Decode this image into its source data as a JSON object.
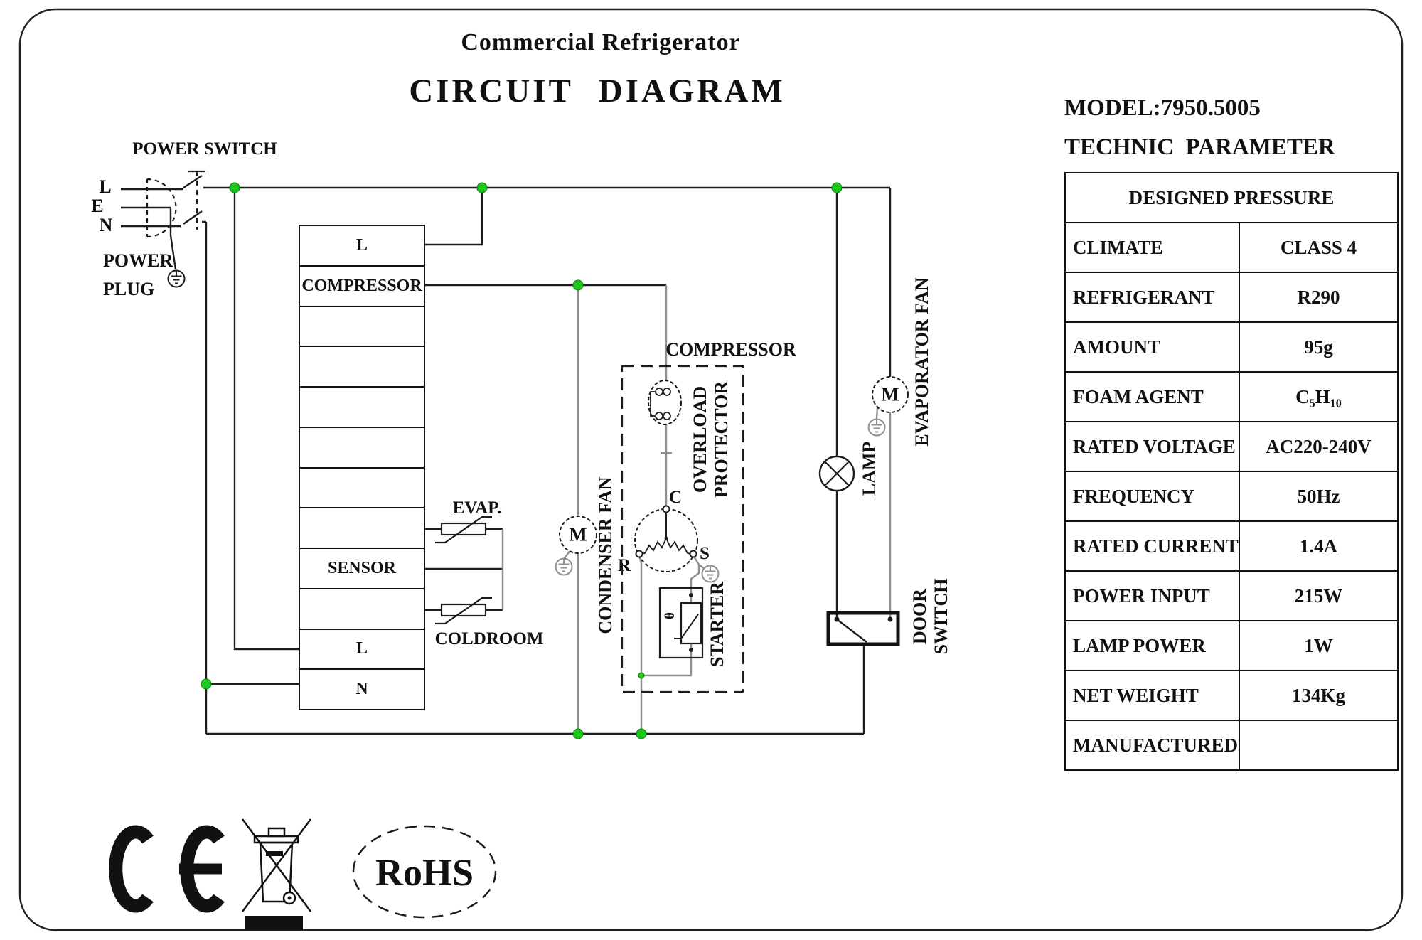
{
  "title": {
    "line1": "Commercial Refrigerator",
    "line2": "CIRCUIT DIAGRAM"
  },
  "panel": {
    "model": "MODEL:7950.5005",
    "heading": "TECHNIC  PARAMETER",
    "table": {
      "header": "DESIGNED PRESSURE",
      "rows": [
        {
          "label": "CLIMATE",
          "value": "CLASS 4"
        },
        {
          "label": "REFRIGERANT",
          "value": "R290"
        },
        {
          "label": "AMOUNT",
          "value": "95g"
        },
        {
          "label": "FOAM AGENT",
          "value": "C₅H₁₀"
        },
        {
          "label": "RATED VOLTAGE",
          "value": "AC220-240V"
        },
        {
          "label": "FREQUENCY",
          "value": "50Hz"
        },
        {
          "label": "RATED CURRENT",
          "value": "1.4A"
        },
        {
          "label": "POWER INPUT",
          "value": "215W"
        },
        {
          "label": "LAMP POWER",
          "value": "1W"
        },
        {
          "label": "NET WEIGHT",
          "value": "134Kg"
        },
        {
          "label": "MANUFACTURED",
          "value": ""
        }
      ]
    }
  },
  "diagram": {
    "power_switch_label": "POWER SWITCH",
    "plug_label_line1": "POWER",
    "plug_label_line2": "PLUG",
    "pin_l": "L",
    "pin_e": "E",
    "pin_n": "N",
    "terminal_rows": [
      "L",
      "COMPRESSOR",
      "",
      "",
      "",
      "",
      "",
      "",
      "SENSOR",
      "",
      "L",
      "N"
    ],
    "evap_label": "EVAP.",
    "coldroom_label": "COLDROOM",
    "compressor_label": "COMPRESSOR",
    "overload_label": "OVERLOAD\nPROTECTOR",
    "condenser_fan_label": "CONDENSER FAN",
    "starter_label": "STARTER",
    "theta": "θ",
    "evaporator_fan_label": "EVAPORATOR FAN",
    "lamp_label": "LAMP",
    "door_switch_label": "DOOR\nSWITCH",
    "motor_letter": "M",
    "term_c": "C",
    "term_r": "R",
    "term_s": "S"
  },
  "footer": {
    "rohs": "RoHS"
  },
  "colors": {
    "wire": "#1c1c1c",
    "wire_gray": "#8f8f8f",
    "junction": "#1ec71e"
  }
}
